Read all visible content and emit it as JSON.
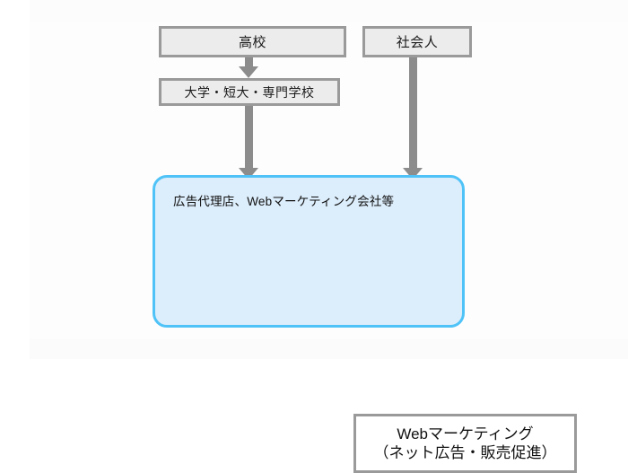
{
  "diagram": {
    "title": "Web marketing career path flow",
    "colors": {
      "box_fill": "#ECECEC",
      "box_border": "#9A9A9A",
      "arrow": "#8C8C8C",
      "container_fill": "#DCEDFB",
      "container_border": "#4FC3F7",
      "inner_fill": "#FFFFFF",
      "text": "#111111"
    },
    "nodes": {
      "high_school": {
        "label": "高校"
      },
      "working_adult": {
        "label": "社会人"
      },
      "university": {
        "label": "大学・短大・専門学校"
      },
      "agency_container": {
        "label": "広告代理店、Webマーケティング会社等"
      },
      "job_role": {
        "line1": "Webマーケティング",
        "line2": "（ネット広告・販売促進）"
      }
    },
    "arrows": [
      {
        "name": "high-school-to-university",
        "from": "高校",
        "to": "大学・短大・専門学校",
        "direction": "down"
      },
      {
        "name": "university-to-agency",
        "from": "大学・短大・専門学校",
        "to": "広告代理店、Webマーケティング会社等",
        "direction": "down"
      },
      {
        "name": "working-adult-to-agency",
        "from": "社会人",
        "to": "広告代理店、Webマーケティング会社等",
        "direction": "down"
      }
    ]
  }
}
